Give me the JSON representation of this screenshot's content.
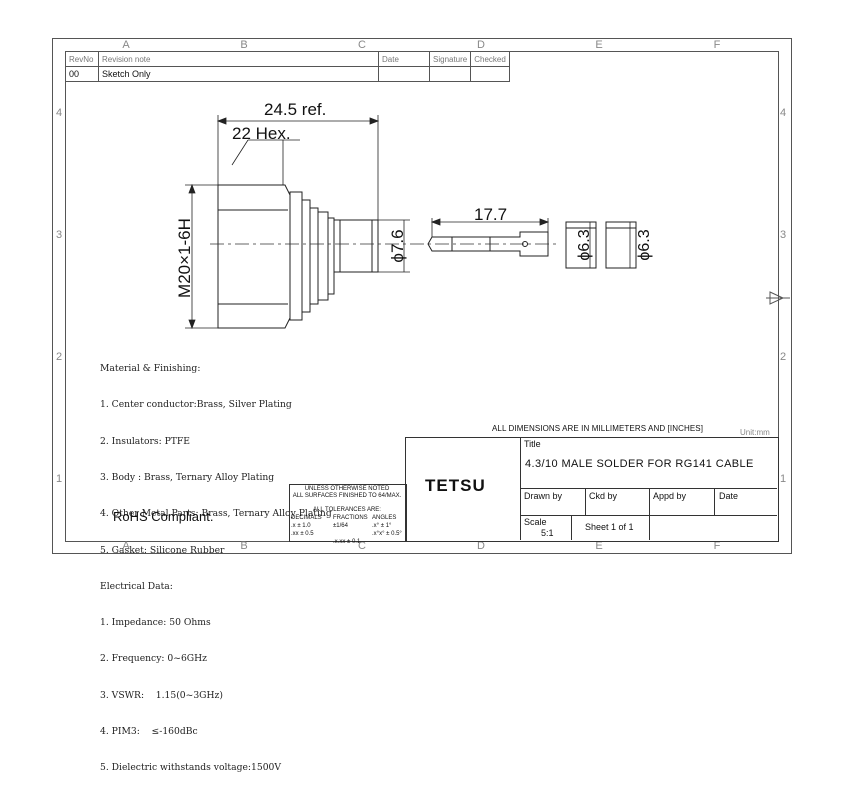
{
  "zones": {
    "columns": [
      "A",
      "B",
      "C",
      "D",
      "E",
      "F"
    ],
    "rows": [
      "4",
      "3",
      "2",
      "1"
    ]
  },
  "revision_table": {
    "headers": {
      "rev_no": "RevNo",
      "note": "Revision note",
      "date": "Date",
      "signature": "Signature",
      "checked": "Checked"
    },
    "rows": [
      {
        "rev_no": "00",
        "note": "Sketch Only",
        "date": "",
        "signature": "",
        "checked": ""
      }
    ]
  },
  "dimensions": {
    "overall_length": "24.5 ref.",
    "hex": "22 Hex.",
    "thread": "M20×1-6H",
    "rear_diameter": "ϕ7.6",
    "pin_length": "17.7",
    "ferrule1_diameter": "ϕ6.3",
    "ferrule2_diameter": "ϕ6.3"
  },
  "notes": [
    "Material & Finishing:",
    "1. Center conductor:Brass, Silver Plating",
    "2. Insulators: PTFE",
    "3. Body : Brass, Ternary Alloy Plating",
    "4. Other Metal Parts: Brass, Ternary Alloy Plating",
    "5. Gasket: Silicone Rubber",
    "Electrical Data:",
    "1. Impedance: 50 Ohms",
    "2. Frequency: 0~6GHz",
    "3. VSWR:    1.15(0~3GHz)",
    "4. PIM3:    ≤-160dBc",
    "5. Dielectric withstands voltage:1500V"
  ],
  "rohs": "RoHS Compliant.",
  "dimension_note": "ALL DIMENSIONS ARE IN MILLIMETERS AND [INCHES]",
  "unit": "Unit:mm",
  "title_block": {
    "company": "TETSU",
    "title_label": "Title",
    "title": "4.3/10 MALE SOLDER FOR RG141 CABLE",
    "drawn_by": "Drawn by",
    "ckd_by": "Ckd by",
    "appd_by": "Appd by",
    "date": "Date",
    "scale_label": "Scale",
    "scale": "5:1",
    "sheet": "Sheet 1 of 1"
  },
  "tolerances": {
    "line1": "UNLESS OTHERWISE NOTED",
    "line2": "ALL SURFACES FINISHED TO 64/MAX.",
    "line3": "ALL TOLERANCES ARE:",
    "col1_head": "DECIMALS",
    "col2_head": "FRACTIONS",
    "col3_head": "ANGLES",
    "dec1": ".x ± 1.0",
    "dec2": ".xx ± 0.5",
    "frac": "±1/64",
    "ang1": ".x° ± 1°",
    "ang2": ".x°x° ± 0.5°",
    "dec3": ".x.xx ± 0.1"
  }
}
